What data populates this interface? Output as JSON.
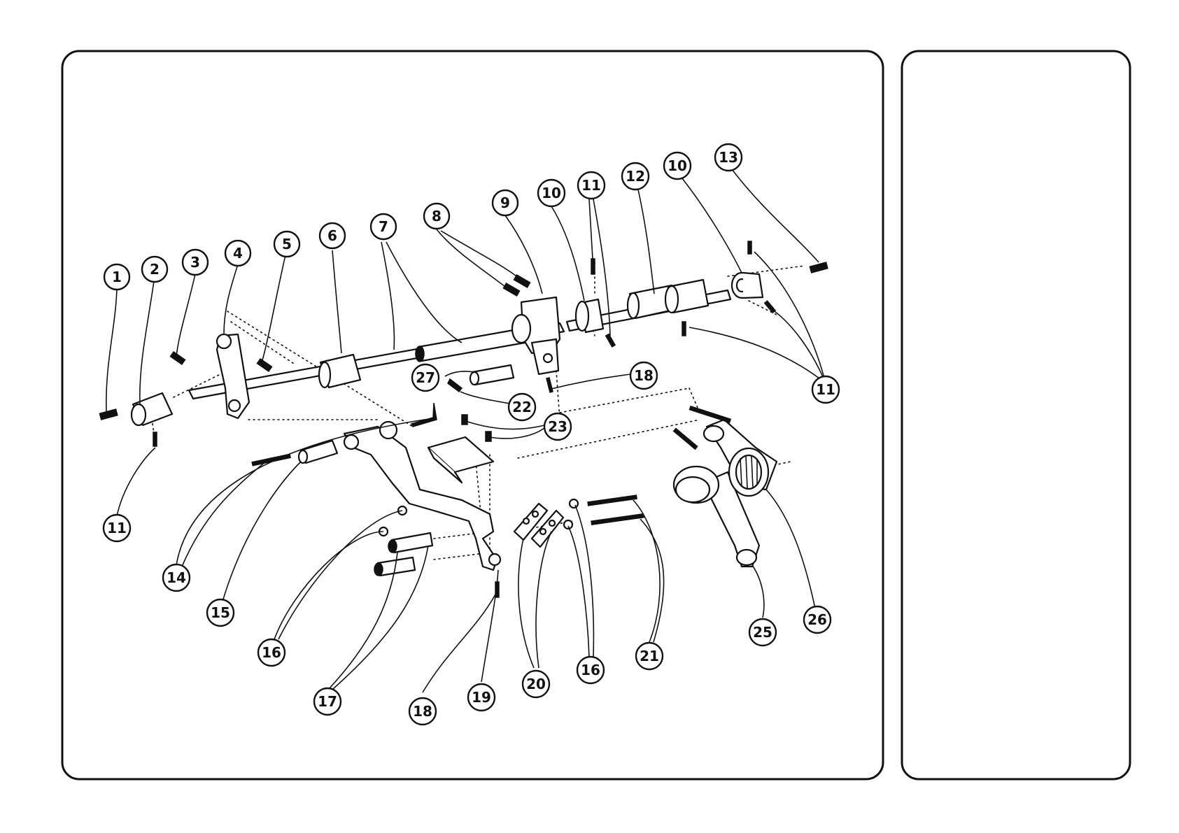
{
  "diagram": {
    "style": {
      "line_color": "#111111",
      "background": "#ffffff"
    },
    "callouts": [
      {
        "id": "c1",
        "label": "1"
      },
      {
        "id": "c2",
        "label": "2"
      },
      {
        "id": "c3",
        "label": "3"
      },
      {
        "id": "c4",
        "label": "4"
      },
      {
        "id": "c5",
        "label": "5"
      },
      {
        "id": "c6",
        "label": "6"
      },
      {
        "id": "c7",
        "label": "7"
      },
      {
        "id": "c8",
        "label": "8"
      },
      {
        "id": "c9",
        "label": "9"
      },
      {
        "id": "c10a",
        "label": "10"
      },
      {
        "id": "c11a",
        "label": "11"
      },
      {
        "id": "c12",
        "label": "12"
      },
      {
        "id": "c10b",
        "label": "10"
      },
      {
        "id": "c13",
        "label": "13"
      },
      {
        "id": "c11b",
        "label": "11"
      },
      {
        "id": "c27",
        "label": "27"
      },
      {
        "id": "c22",
        "label": "22"
      },
      {
        "id": "c18a",
        "label": "18"
      },
      {
        "id": "c23",
        "label": "23"
      },
      {
        "id": "c11c",
        "label": "11"
      },
      {
        "id": "c14",
        "label": "14"
      },
      {
        "id": "c15",
        "label": "15"
      },
      {
        "id": "c16a",
        "label": "16"
      },
      {
        "id": "c17",
        "label": "17"
      },
      {
        "id": "c18b",
        "label": "18"
      },
      {
        "id": "c19",
        "label": "19"
      },
      {
        "id": "c20",
        "label": "20"
      },
      {
        "id": "c16b",
        "label": "16"
      },
      {
        "id": "c21",
        "label": "21"
      },
      {
        "id": "c25",
        "label": "25"
      },
      {
        "id": "c26",
        "label": "26"
      }
    ]
  }
}
